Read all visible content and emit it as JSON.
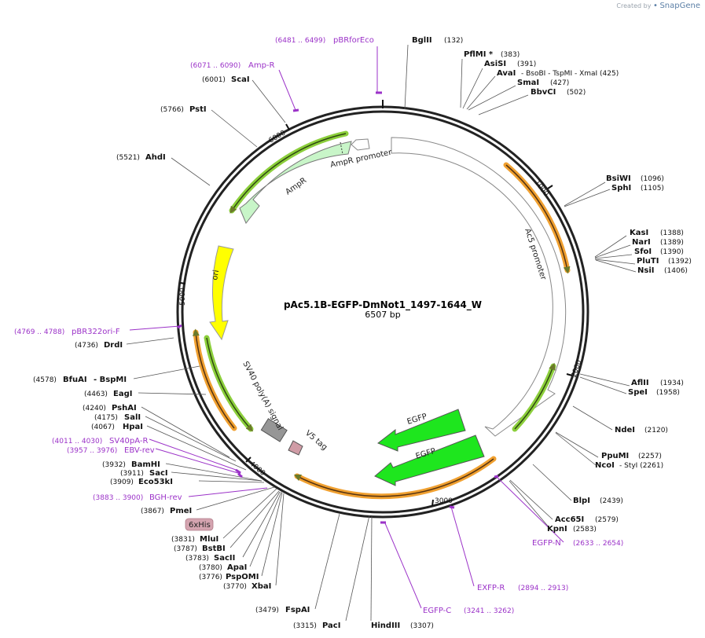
{
  "brand": {
    "prefix": "Created by",
    "name": "SnapGene"
  },
  "plasmid": {
    "name": "pAc5.1B-EGFP-DmNot1_1497-1644_W",
    "size_label": "6507 bp"
  },
  "ruler_ticks": [
    {
      "label": "1000"
    },
    {
      "label": "2000"
    },
    {
      "label": "3000"
    },
    {
      "label": "4000"
    },
    {
      "label": "5000"
    },
    {
      "label": "6000"
    }
  ],
  "features": [
    {
      "id": "ampr-promoter",
      "label": "AmpR promoter"
    },
    {
      "id": "ampr",
      "label": "AmpR"
    },
    {
      "id": "ac5-promoter",
      "label": "Ac5 promoter"
    },
    {
      "id": "ori",
      "label": "ori"
    },
    {
      "id": "sv40",
      "label": "SV40 poly(A) signal"
    },
    {
      "id": "v5",
      "label": "V5 tag"
    },
    {
      "id": "egfp1",
      "label": "EGFP"
    },
    {
      "id": "egfp2",
      "label": "EGFP"
    },
    {
      "id": "his",
      "label": "6xHis"
    }
  ],
  "sites": [
    {
      "name": "BglII",
      "pos": "(132)"
    },
    {
      "name": "PflMI *",
      "pos": "(383)"
    },
    {
      "name": "AsiSI",
      "pos": "(391)"
    },
    {
      "name": "AvaI",
      "pos": "- BsoBI - TspMI - XmaI (425)"
    },
    {
      "name": "SmaI",
      "pos": "(427)"
    },
    {
      "name": "BbvCI",
      "pos": "(502)"
    },
    {
      "name": "BsiWI",
      "pos": "(1096)"
    },
    {
      "name": "SphI",
      "pos": "(1105)"
    },
    {
      "name": "KasI",
      "pos": "(1388)"
    },
    {
      "name": "NarI",
      "pos": "(1389)"
    },
    {
      "name": "SfoI",
      "pos": "(1390)"
    },
    {
      "name": "PluTI",
      "pos": "(1392)"
    },
    {
      "name": "NsiI",
      "pos": "(1406)"
    },
    {
      "name": "AflII",
      "pos": "(1934)"
    },
    {
      "name": "SpeI",
      "pos": "(1958)"
    },
    {
      "name": "NdeI",
      "pos": "(2120)"
    },
    {
      "name": "PpuMI",
      "pos": "(2257)"
    },
    {
      "name": "NcoI",
      "pos": "- StyI (2261)"
    },
    {
      "name": "BlpI",
      "pos": "(2439)"
    },
    {
      "name": "Acc65I",
      "pos": "(2579)"
    },
    {
      "name": "KpnI",
      "pos": "(2583)"
    },
    {
      "name": "HindIII",
      "pos": "(3307)"
    },
    {
      "name": "PacI",
      "pos": "(3315)"
    },
    {
      "name": "FspAI",
      "pos": "(3479)"
    },
    {
      "name": "XbaI",
      "pos": "(3770)"
    },
    {
      "name": "PspOMI",
      "pos": "(3776)"
    },
    {
      "name": "ApaI",
      "pos": "(3780)"
    },
    {
      "name": "SacII",
      "pos": "(3783)"
    },
    {
      "name": "BstBI",
      "pos": "(3787)"
    },
    {
      "name": "MluI",
      "pos": "(3831)"
    },
    {
      "name": "PmeI",
      "pos": "(3867)"
    },
    {
      "name": "Eco53kI",
      "pos": "(3909)"
    },
    {
      "name": "SacI",
      "pos": "(3911)"
    },
    {
      "name": "BamHI",
      "pos": "(3932)"
    },
    {
      "name": "HpaI",
      "pos": "(4067)"
    },
    {
      "name": "SalI",
      "pos": "(4175)"
    },
    {
      "name": "PshAI",
      "pos": "(4240)"
    },
    {
      "name": "EagI",
      "pos": "(4463)"
    },
    {
      "name": "BfuAI",
      "pos": "- BspMI"
    },
    {
      "name": "DrdI",
      "pos": "(4736)"
    },
    {
      "name": "AhdI",
      "pos": "(5521)"
    },
    {
      "name": "PstI",
      "pos": "(5766)"
    },
    {
      "name": "ScaI",
      "pos": "(6001)"
    }
  ],
  "site_left_pos": {
    "bfuai": "(4578)"
  },
  "primers": [
    {
      "name": "pBRforEco",
      "pos": "(6481 .. 6499)"
    },
    {
      "name": "Amp-R",
      "pos": "(6071 .. 6090)"
    },
    {
      "name": "pBR322ori-F",
      "pos": "(4769 .. 4788)"
    },
    {
      "name": "SV40pA-R",
      "pos": "(4011 .. 4030)"
    },
    {
      "name": "EBV-rev",
      "pos": "(3957 .. 3976)"
    },
    {
      "name": "BGH-rev",
      "pos": "(3883 .. 3900)"
    },
    {
      "name": "EGFP-N",
      "pos": "(2633 .. 2654)"
    },
    {
      "name": "EXFP-R",
      "pos": "(2894 .. 2913)"
    },
    {
      "name": "EGFP-C",
      "pos": "(3241 .. 3262)"
    }
  ],
  "colors": {
    "primer": "#9b32c8",
    "orange_orf": "#f0a030",
    "green_orf": "#8ccf3c",
    "egfp": "#1ee61e",
    "ampr": "#c8f5c8",
    "ori": "#ffff00",
    "sv40": "#969696",
    "v5": "#d09ca6",
    "his_tag": "#d4a4b0"
  }
}
